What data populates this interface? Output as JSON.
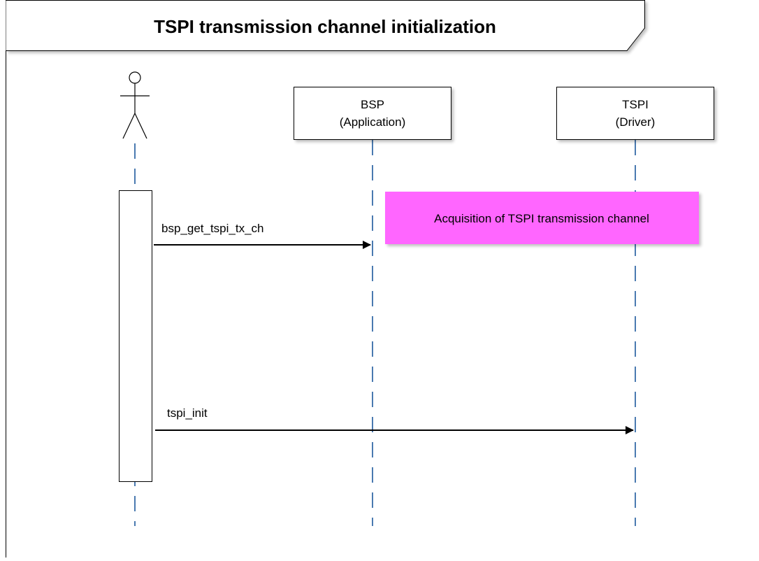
{
  "diagram": {
    "title": "TSPI transmission channel initialization",
    "lifelines": [
      {
        "name_line1": "BSP",
        "name_line2": "(Application)"
      },
      {
        "name_line1": "TSPI",
        "name_line2": "(Driver)"
      }
    ],
    "note": "Acquisition of TSPI transmission channel",
    "messages": [
      {
        "label": "bsp_get_tspi_tx_ch"
      },
      {
        "label": "tspi_init"
      }
    ],
    "colors": {
      "lifeline": "#4a7ab0",
      "note_fill": "#ff66ff",
      "frame_border": "#000000",
      "arrow": "#000000"
    }
  }
}
